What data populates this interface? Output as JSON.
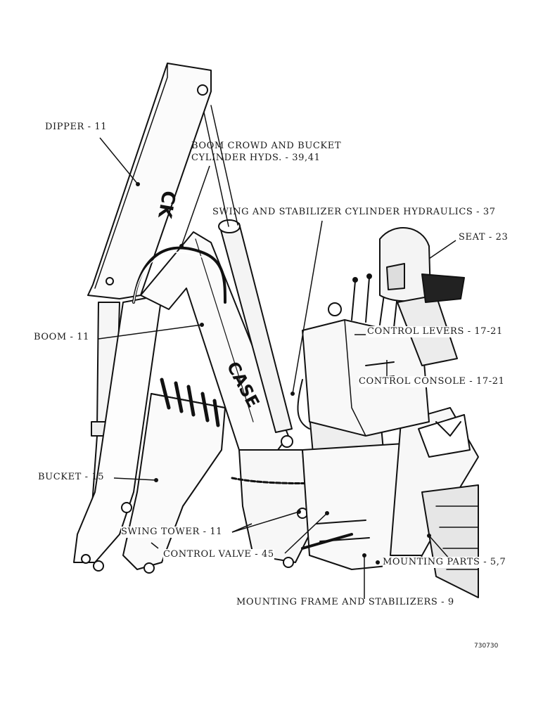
{
  "callouts": {
    "dipper": "DIPPER - 11",
    "boom_crowd_line1": "BOOM CROWD AND BUCKET",
    "boom_crowd_line2": "CYLINDER HYDS. - 39,41",
    "swing_stabilizer": "SWING AND STABILIZER CYLINDER HYDRAULICS - 37",
    "seat": "SEAT - 23",
    "boom": "BOOM - 11",
    "control_levers": "CONTROL LEVERS - 17-21",
    "control_console": "CONTROL CONSOLE - 17-21",
    "bucket": "BUCKET - 15",
    "swing_tower": "SWING TOWER - 11",
    "control_valve": "CONTROL VALVE - 45",
    "mounting_parts": "MOUNTING PARTS - 5,7",
    "mounting_frame": "MOUNTING FRAME AND STABILIZERS - 9"
  },
  "decals": {
    "dipper_decal": "CK",
    "boom_decal": "CASE"
  },
  "figure_number": "730730"
}
